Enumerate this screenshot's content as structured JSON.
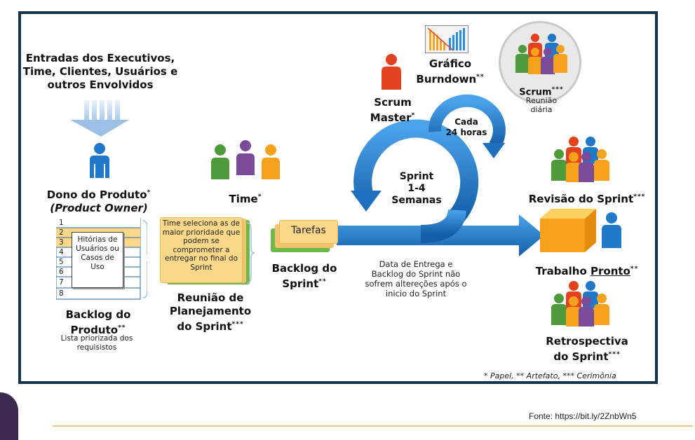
{
  "inputs_label": "Entradas dos Executivos, Time, Clientes, Usuários e outros Envolvidos",
  "product_owner": {
    "line1": "Dono do Produto",
    "star": "*",
    "line2": "(Product Owner)"
  },
  "product_backlog": {
    "items": [
      "1",
      "2",
      "3",
      "4",
      "5",
      "6",
      "7",
      "8"
    ],
    "note": "Hitórias de Usuários ou Casos de Uso",
    "title_line1": "Backlog do",
    "title_line2": "Produto",
    "star": "**",
    "subtitle": "Lista priorizada dos requisistos"
  },
  "time": {
    "label": "Time",
    "star": "*"
  },
  "planning": {
    "note": "Time seleciona as de maior prioridade que podem se comprometer a entregar no final do Sprint",
    "title_line1": "Reunião de",
    "title_line2": "Planejamento",
    "title_line3": "do Sprint",
    "star": "***"
  },
  "sprint_backlog": {
    "card": "Tarefas",
    "title_line1": "Backlog do",
    "title_line2": "Sprint",
    "star": "**"
  },
  "scrum_master": {
    "line1": "Scrum",
    "line2": "Master",
    "star": "*"
  },
  "burndown": {
    "line1": "Gráfico",
    "line2": "Burndown",
    "star": "**"
  },
  "daily": {
    "title": "Scrum",
    "star": "***",
    "line2": "Reunião",
    "line3": "diária"
  },
  "cycle24": {
    "line1": "Cada",
    "line2": "24 horas"
  },
  "sprint_cycle": {
    "line1": "Sprint",
    "line2": "1-4",
    "line3": "Semanas"
  },
  "arrow_note": "Data de Entrega e Backlog do Sprint não sofrem altereções após o inicio do Sprint",
  "review": {
    "label": "Revisão do Sprint",
    "star": "***"
  },
  "done": {
    "pre": "Trabalho ",
    "underlined": "Pronto",
    "star": "**"
  },
  "retro": {
    "line1": "Retrospectiva",
    "line2": "do Sprint",
    "star": "***"
  },
  "legend": "* Papel, ** Artefato, *** Cerimônia",
  "source": "Fonte: https://bit.ly/2ZnbWn5",
  "colors": {
    "frame": "#17344d",
    "blue": "#1f78c8",
    "orange": "#f6a21c",
    "green": "#4f9a3a",
    "purple": "#7b4c9a",
    "red": "#e2421f",
    "note_yellow": "#fbd889"
  }
}
